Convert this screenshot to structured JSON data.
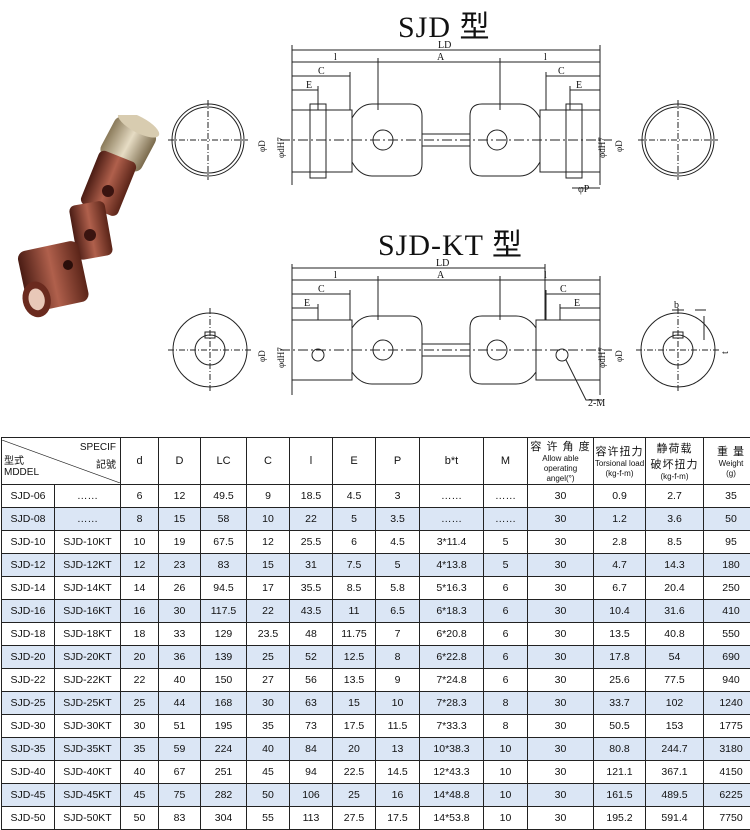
{
  "titles": {
    "top": "SJD 型",
    "bottom": "SJD-KT 型"
  },
  "dims_top": {
    "ld": "LD",
    "l_left": "l",
    "a": "A",
    "l_right": "l",
    "c_left": "C",
    "e_left": "E",
    "c_right": "C",
    "e_right": "E",
    "phi_d_left": "φD",
    "phi_dh7_left": "φdH7",
    "phi_dh7_right": "φdH7",
    "phi_d_right": "φD",
    "phi_p": "φP"
  },
  "dims_bottom": {
    "ld": "LD",
    "l_left": "l",
    "a": "A",
    "l_right": "l",
    "c_left": "C",
    "e_left": "E",
    "c_right": "C",
    "e_right": "E",
    "phi_d_left": "φD",
    "phi_dh7_left": "φdH7",
    "phi_dh7_right": "φdH7",
    "phi_d_right": "φD",
    "m": "2-M",
    "b": "b",
    "t": "t"
  },
  "table": {
    "corner": {
      "specif": "SPECIF",
      "code": "記號",
      "type": "型式",
      "model": "MDDEL"
    },
    "columns": [
      "d",
      "D",
      "LC",
      "C",
      "l",
      "E",
      "P",
      "b*t",
      "M"
    ],
    "angle": {
      "cn": "容 许 角 度",
      "en": "Allow able operating",
      "unit": "angel(°)"
    },
    "torque": {
      "cn": "容许扭力",
      "en": "Torsional load",
      "unit": "(kg-f-m)"
    },
    "static": {
      "cn1": "静荷载",
      "cn2": "破坏扭力",
      "unit": "(kg-f-m)"
    },
    "weight": {
      "cn": "重 量",
      "en": "Weight",
      "unit": "(g)"
    },
    "rows": [
      [
        "SJD-06",
        "……",
        "6",
        "12",
        "49.5",
        "9",
        "18.5",
        "4.5",
        "3",
        "……",
        "……",
        "30",
        "0.9",
        "2.7",
        "35"
      ],
      [
        "SJD-08",
        "……",
        "8",
        "15",
        "58",
        "10",
        "22",
        "5",
        "3.5",
        "……",
        "……",
        "30",
        "1.2",
        "3.6",
        "50"
      ],
      [
        "SJD-10",
        "SJD-10KT",
        "10",
        "19",
        "67.5",
        "12",
        "25.5",
        "6",
        "4.5",
        "3*11.4",
        "5",
        "30",
        "2.8",
        "8.5",
        "95"
      ],
      [
        "SJD-12",
        "SJD-12KT",
        "12",
        "23",
        "83",
        "15",
        "31",
        "7.5",
        "5",
        "4*13.8",
        "5",
        "30",
        "4.7",
        "14.3",
        "180"
      ],
      [
        "SJD-14",
        "SJD-14KT",
        "14",
        "26",
        "94.5",
        "17",
        "35.5",
        "8.5",
        "5.8",
        "5*16.3",
        "6",
        "30",
        "6.7",
        "20.4",
        "250"
      ],
      [
        "SJD-16",
        "SJD-16KT",
        "16",
        "30",
        "117.5",
        "22",
        "43.5",
        "11",
        "6.5",
        "6*18.3",
        "6",
        "30",
        "10.4",
        "31.6",
        "410"
      ],
      [
        "SJD-18",
        "SJD-18KT",
        "18",
        "33",
        "129",
        "23.5",
        "48",
        "11.75",
        "7",
        "6*20.8",
        "6",
        "30",
        "13.5",
        "40.8",
        "550"
      ],
      [
        "SJD-20",
        "SJD-20KT",
        "20",
        "36",
        "139",
        "25",
        "52",
        "12.5",
        "8",
        "6*22.8",
        "6",
        "30",
        "17.8",
        "54",
        "690"
      ],
      [
        "SJD-22",
        "SJD-22KT",
        "22",
        "40",
        "150",
        "27",
        "56",
        "13.5",
        "9",
        "7*24.8",
        "6",
        "30",
        "25.6",
        "77.5",
        "940"
      ],
      [
        "SJD-25",
        "SJD-25KT",
        "25",
        "44",
        "168",
        "30",
        "63",
        "15",
        "10",
        "7*28.3",
        "8",
        "30",
        "33.7",
        "102",
        "1240"
      ],
      [
        "SJD-30",
        "SJD-30KT",
        "30",
        "51",
        "195",
        "35",
        "73",
        "17.5",
        "11.5",
        "7*33.3",
        "8",
        "30",
        "50.5",
        "153",
        "1775"
      ],
      [
        "SJD-35",
        "SJD-35KT",
        "35",
        "59",
        "224",
        "40",
        "84",
        "20",
        "13",
        "10*38.3",
        "10",
        "30",
        "80.8",
        "244.7",
        "3180"
      ],
      [
        "SJD-40",
        "SJD-40KT",
        "40",
        "67",
        "251",
        "45",
        "94",
        "22.5",
        "14.5",
        "12*43.3",
        "10",
        "30",
        "121.1",
        "367.1",
        "4150"
      ],
      [
        "SJD-45",
        "SJD-45KT",
        "45",
        "75",
        "282",
        "50",
        "106",
        "25",
        "16",
        "14*48.8",
        "10",
        "30",
        "161.5",
        "489.5",
        "6225"
      ],
      [
        "SJD-50",
        "SJD-50KT",
        "50",
        "83",
        "304",
        "55",
        "113",
        "27.5",
        "17.5",
        "14*53.8",
        "10",
        "30",
        "195.2",
        "591.4",
        "7750"
      ]
    ]
  }
}
